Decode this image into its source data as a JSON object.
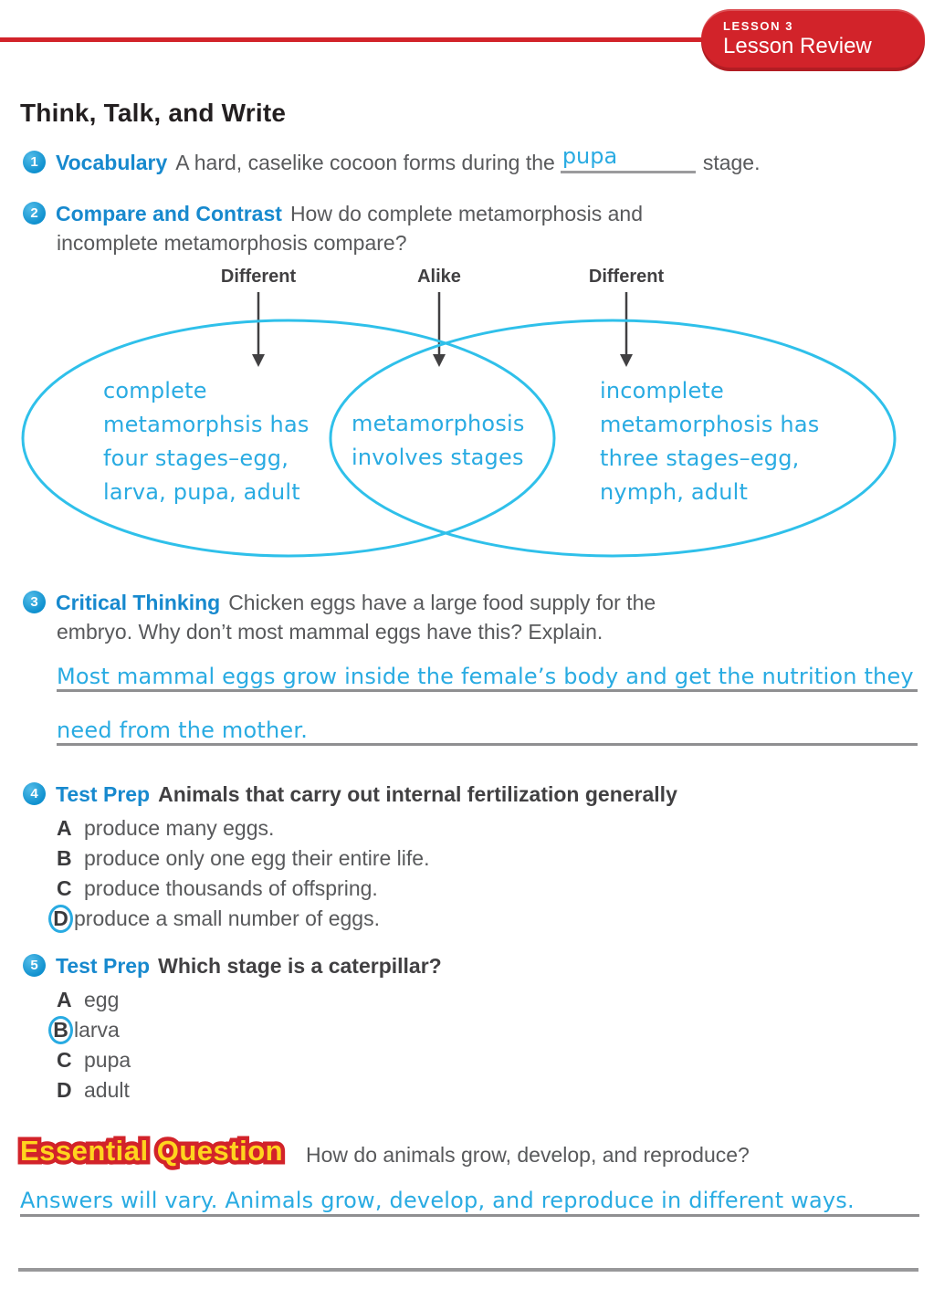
{
  "header": {
    "lesson_label": "LESSON 3",
    "title": "Lesson Review"
  },
  "heading": "Think, Talk, and Write",
  "colors": {
    "badge_red": "#d2232a",
    "label_blue": "#1789ce",
    "handwriting_cyan": "#29abe2",
    "venn_stroke": "#2fc0ea",
    "sticker_yellow": "#ffd41e",
    "heading_dark": "#231f20",
    "body_gray": "#58595b",
    "line_gray": "#8f8f91"
  },
  "q1": {
    "number": "1",
    "label": "Vocabulary",
    "text_before": "A hard, caselike cocoon forms during the",
    "answer": "pupa",
    "text_after": "stage."
  },
  "q2": {
    "number": "2",
    "label": "Compare and Contrast",
    "line1": "How do complete metamorphosis and",
    "line2": "incomplete metamorphosis compare?"
  },
  "venn": {
    "label_left": "Different",
    "label_middle": "Alike",
    "label_right": "Different",
    "left_lines": [
      "complete",
      "metamorphsis has",
      "four stages–egg,",
      "larva, pupa, adult"
    ],
    "middle_lines": [
      "metamorphosis",
      "involves stages"
    ],
    "right_lines": [
      "incomplete",
      "metamorphosis has",
      "three stages–egg,",
      "nymph, adult"
    ]
  },
  "q3": {
    "number": "3",
    "label": "Critical Thinking",
    "line1": "Chicken eggs have a large food supply for the",
    "line2": "embryo. Why don’t most mammal eggs have this? Explain.",
    "answer_line1": "Most mammal eggs grow inside the female’s body and get the nutrition they",
    "answer_line2": "need from the mother."
  },
  "q4": {
    "number": "4",
    "label": "Test Prep",
    "stem": "Animals that carry out internal fertilization generally",
    "options": [
      {
        "letter": "A",
        "text": "produce many eggs.",
        "selected": false
      },
      {
        "letter": "B",
        "text": "produce only one egg their entire life.",
        "selected": false
      },
      {
        "letter": "C",
        "text": "produce thousands of offspring.",
        "selected": false
      },
      {
        "letter": "D",
        "text": "produce a small number of eggs.",
        "selected": true
      }
    ]
  },
  "q5": {
    "number": "5",
    "label": "Test Prep",
    "stem": "Which stage is a caterpillar?",
    "options": [
      {
        "letter": "A",
        "text": "egg",
        "selected": false
      },
      {
        "letter": "B",
        "text": "larva",
        "selected": true
      },
      {
        "letter": "C",
        "text": "pupa",
        "selected": false
      },
      {
        "letter": "D",
        "text": "adult",
        "selected": false
      }
    ]
  },
  "essential": {
    "label": "Essential Question",
    "question": "How do animals grow, develop, and reproduce?",
    "answer": "Answers will vary. Animals grow, develop, and reproduce in different ways."
  }
}
